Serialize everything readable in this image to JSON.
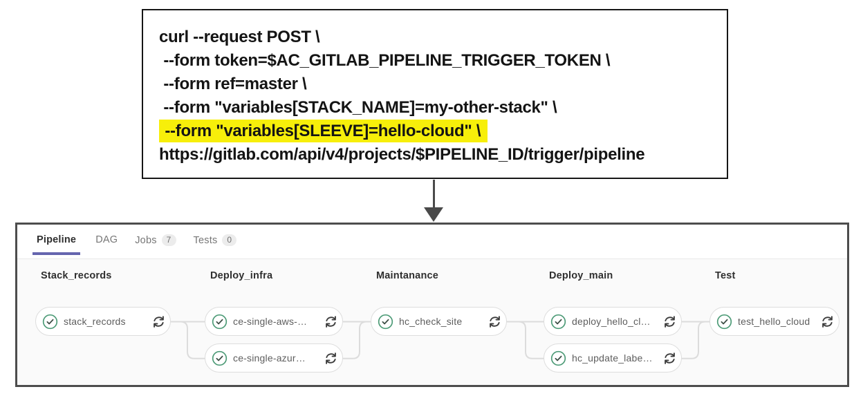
{
  "code_box": {
    "lines": [
      "curl --request POST \\",
      " --form token=$AC_GITLAB_PIPELINE_TRIGGER_TOKEN \\",
      " --form ref=master \\",
      " --form \"variables[STACK_NAME]=my-other-stack\" \\",
      " --form \"variables[SLEEVE]=hello-cloud\" \\",
      "https://gitlab.com/api/v4/projects/$PIPELINE_ID/trigger/pipeline"
    ],
    "highlighted_line_index": 4,
    "highlight_color": "#f7ef0a"
  },
  "pipeline_panel": {
    "tabs": [
      {
        "label": "Pipeline",
        "active": true
      },
      {
        "label": "DAG",
        "active": false
      },
      {
        "label": "Jobs",
        "badge": "7",
        "active": false
      },
      {
        "label": "Tests",
        "badge": "0",
        "active": false
      }
    ],
    "stages": [
      {
        "name": "Stack_records",
        "jobs": [
          {
            "label": "stack_records",
            "status": "success"
          }
        ]
      },
      {
        "name": "Deploy_infra",
        "jobs": [
          {
            "label": "ce-single-aws-…",
            "status": "success"
          },
          {
            "label": "ce-single-azur…",
            "status": "success"
          }
        ]
      },
      {
        "name": "Maintanance",
        "jobs": [
          {
            "label": "hc_check_site",
            "status": "success"
          }
        ]
      },
      {
        "name": "Deploy_main",
        "jobs": [
          {
            "label": "deploy_hello_cl…",
            "status": "success"
          },
          {
            "label": "hc_update_labe…",
            "status": "success"
          }
        ]
      },
      {
        "name": "Test",
        "jobs": [
          {
            "label": "test_hello_cloud",
            "status": "success"
          }
        ]
      }
    ],
    "colors": {
      "active_tab_underline": "#6565ae",
      "status_green": "#4d9b77",
      "connector": "#dcdcdc",
      "panel_border": "#4d4d4d"
    }
  }
}
